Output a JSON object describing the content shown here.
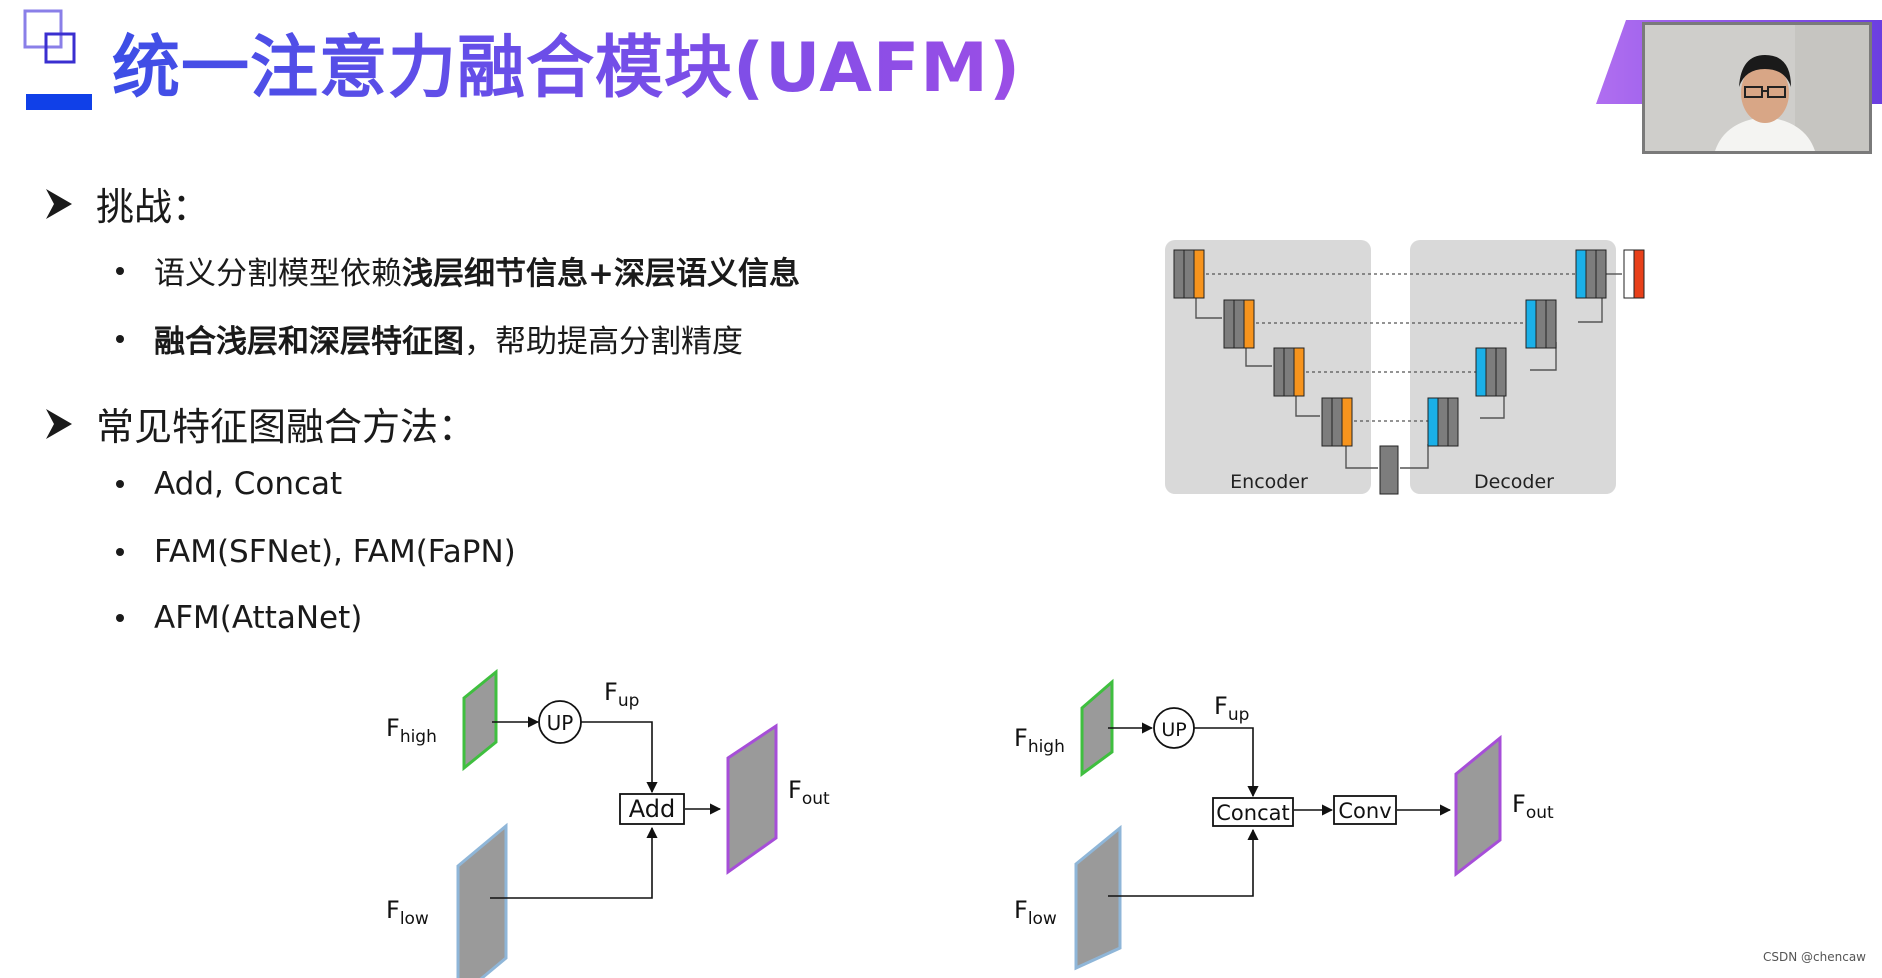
{
  "slide": {
    "title": "统一注意力融合模块(UAFM)",
    "sections": [
      {
        "heading": "挑战：",
        "items": [
          {
            "parts": [
              {
                "text": "语义分割模型依赖",
                "bold": false
              },
              {
                "text": "浅层细节信息+深层语义信息",
                "bold": true
              }
            ]
          },
          {
            "parts": [
              {
                "text": "融合浅层和深层特征图",
                "bold": true
              },
              {
                "text": "，帮助提高分割精度",
                "bold": false
              }
            ]
          }
        ]
      },
      {
        "heading": "常见特征图融合方法：",
        "items": [
          {
            "parts": [
              {
                "text": "Add, Concat",
                "bold": false
              }
            ]
          },
          {
            "parts": [
              {
                "text": "FAM(SFNet), FAM(FaPN)",
                "bold": false
              }
            ]
          },
          {
            "parts": [
              {
                "text": "AFM(AttaNet)",
                "bold": false
              }
            ]
          }
        ]
      }
    ]
  },
  "unet_diagram": {
    "encoder_label": "Encoder",
    "decoder_label": "Decoder"
  },
  "fusion_add": {
    "f_high": "F",
    "f_high_sub": "high",
    "f_low": "F",
    "f_low_sub": "low",
    "up": "UP",
    "f_up": "F",
    "f_up_sub": "up",
    "op": "Add",
    "f_out": "F",
    "f_out_sub": "out"
  },
  "fusion_concat": {
    "f_high": "F",
    "f_high_sub": "high",
    "f_low": "F",
    "f_low_sub": "low",
    "up": "UP",
    "f_up": "F",
    "f_up_sub": "up",
    "op": "Concat",
    "conv": "Conv",
    "f_out": "F",
    "f_out_sub": "out"
  },
  "colors": {
    "title_start": "#3d4ee6",
    "title_end": "#9b4ee6",
    "accent_bar": "#1040e8",
    "encoder_orange": "#f7941d",
    "decoder_cyan": "#1ab0e8",
    "output_red": "#e8401a",
    "high_green": "#3fbf3f",
    "low_blue": "#8fb6d8",
    "out_purple": "#a64ed8"
  },
  "watermark": "CSDN @chencaw"
}
